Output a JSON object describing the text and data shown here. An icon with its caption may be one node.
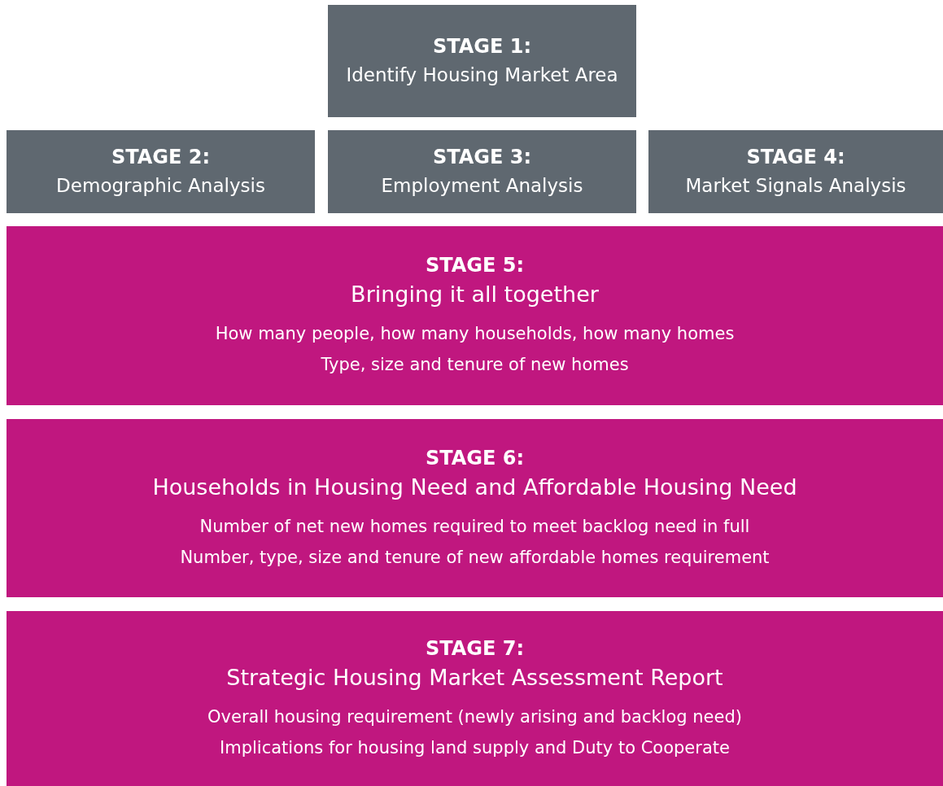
{
  "diagram": {
    "nodes": [
      {
        "text": [
          "STAGE 1:",
          "Identify Housing Market Area"
        ]
      },
      {
        "text": [
          "STAGE 2:",
          "Demographic Analysis"
        ]
      },
      {
        "text": [
          "STAGE 3:",
          "Employment Analysis"
        ]
      },
      {
        "text": [
          "STAGE 4:",
          "Market Signals Analysis"
        ]
      },
      {
        "text": [
          "STAGE 5:",
          "Bringing it all together",
          "How many people, how many households, how many homes",
          "Type, size and tenure of new homes"
        ]
      },
      {
        "text": [
          "STAGE 6:",
          "Households in Housing Need and Affordable Housing Need",
          "Number of net new homes required to meet backlog need in full",
          "Number, type, size and tenure of new affordable homes requirement"
        ]
      },
      {
        "text": [
          "STAGE 7:",
          "Strategic Housing Market Assessment Report",
          "Overall housing requirement (newly arising and backlog need)",
          "Implications for housing land supply and Duty to Cooperate"
        ]
      }
    ],
    "edges": []
  }
}
